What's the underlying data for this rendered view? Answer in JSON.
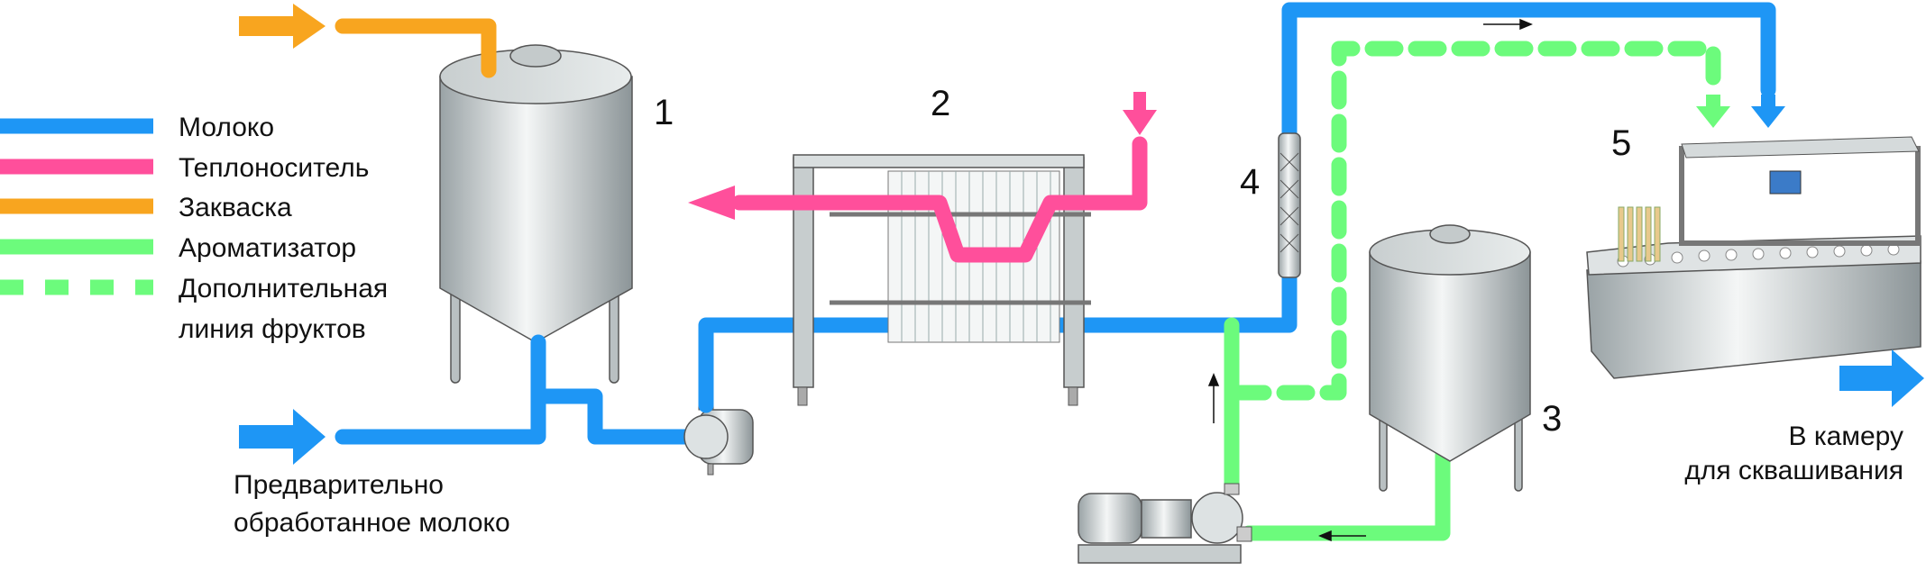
{
  "legend": [
    {
      "label": "Молоко",
      "color": "#1e96f5",
      "style": "solid"
    },
    {
      "label": "Теплоноситель",
      "color": "#ff4f9b",
      "style": "solid"
    },
    {
      "label": "Закваска",
      "color": "#f8a51f",
      "style": "solid"
    },
    {
      "label": "Ароматизатор",
      "color": "#6cfb7c",
      "style": "solid"
    },
    {
      "label": "Дополнительная",
      "label2": "линия фруктов",
      "color": "#6cfb7c",
      "style": "dashed"
    }
  ],
  "numbers": {
    "n1": "1",
    "n2": "2",
    "n3": "3",
    "n4": "4",
    "n5": "5"
  },
  "inlet": {
    "line1": "Предварительно",
    "line2": "обработанное молоко"
  },
  "outlet": {
    "line1": "В камеру",
    "line2": "для сквашивания"
  },
  "colors": {
    "milk": "#1e96f5",
    "heat": "#ff4f9b",
    "culture": "#f8a51f",
    "flavor": "#6cfb7c"
  }
}
